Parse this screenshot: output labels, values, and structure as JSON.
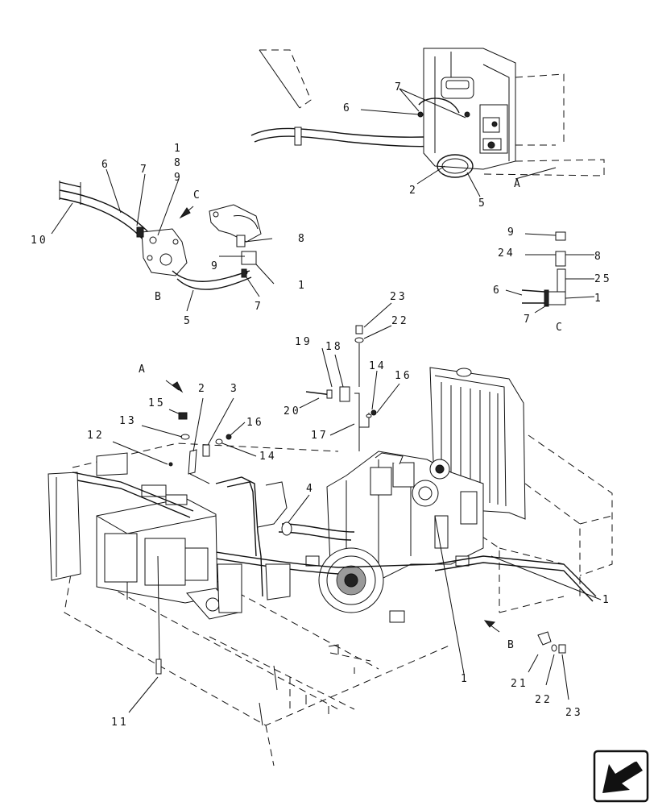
{
  "diagram": {
    "callouts": {
      "top_7": "7",
      "top_6": "6",
      "top_2": "2",
      "top_5": "5",
      "top_A": "A",
      "left_1": "1",
      "left_8": "8",
      "left_9": "9",
      "left_6": "6",
      "left_7": "7",
      "left_10": "10",
      "left_C": "C",
      "left_8b": "8",
      "left_9b": "9",
      "left_1b": "1",
      "left_7b": "7",
      "left_B": "B",
      "left_5": "5",
      "c_9": "9",
      "c_24": "24",
      "c_8": "8",
      "c_25": "25",
      "c_6": "6",
      "c_1": "1",
      "c_7": "7",
      "c_C": "C",
      "m_23": "23",
      "m_22": "22",
      "m_19": "19",
      "m_18": "18",
      "m_14": "14",
      "m_16": "16",
      "m_20": "20",
      "m_17": "17",
      "a_A": "A",
      "a_2": "2",
      "a_3": "3",
      "a_15": "15",
      "a_13": "13",
      "a_16": "16",
      "a_12": "12",
      "a_14": "14",
      "a_4": "4",
      "r_1": "1",
      "b_B": "B",
      "b_1": "1",
      "b_21": "21",
      "b_22": "22",
      "b_23": "23",
      "b_11": "11"
    },
    "nav_icon": "arrow-left-down-icon"
  }
}
